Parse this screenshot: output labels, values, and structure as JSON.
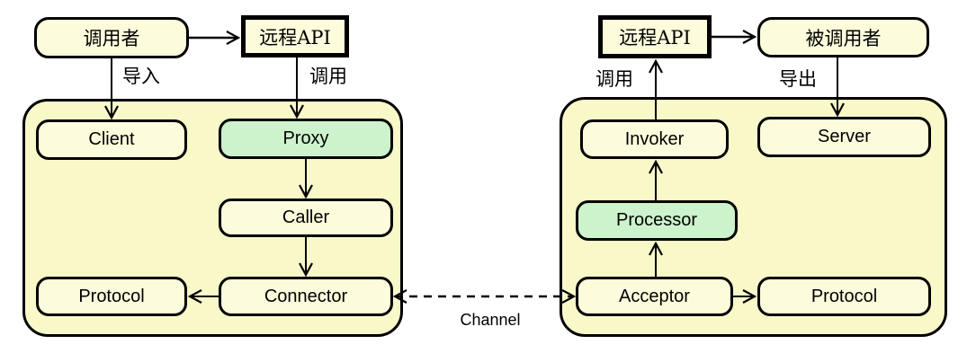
{
  "colors": {
    "background": "#ffffff",
    "container_fill": "#f8f8c9",
    "node_fill": "#fcfcdc",
    "highlight_fill": "#ccf3cc",
    "border": "#000000"
  },
  "client_side": {
    "caller_box": "调用者",
    "remote_api_box": "远程API",
    "import_label": "导入",
    "invoke_label": "调用",
    "nodes": {
      "client": "Client",
      "proxy": "Proxy",
      "caller": "Caller",
      "protocol": "Protocol",
      "connector": "Connector"
    }
  },
  "server_side": {
    "remote_api_box": "远程API",
    "callee_box": "被调用者",
    "invoke_label": "调用",
    "export_label": "导出",
    "nodes": {
      "invoker": "Invoker",
      "server": "Server",
      "processor": "Processor",
      "acceptor": "Acceptor",
      "protocol": "Protocol"
    }
  },
  "channel_label": "Channel"
}
